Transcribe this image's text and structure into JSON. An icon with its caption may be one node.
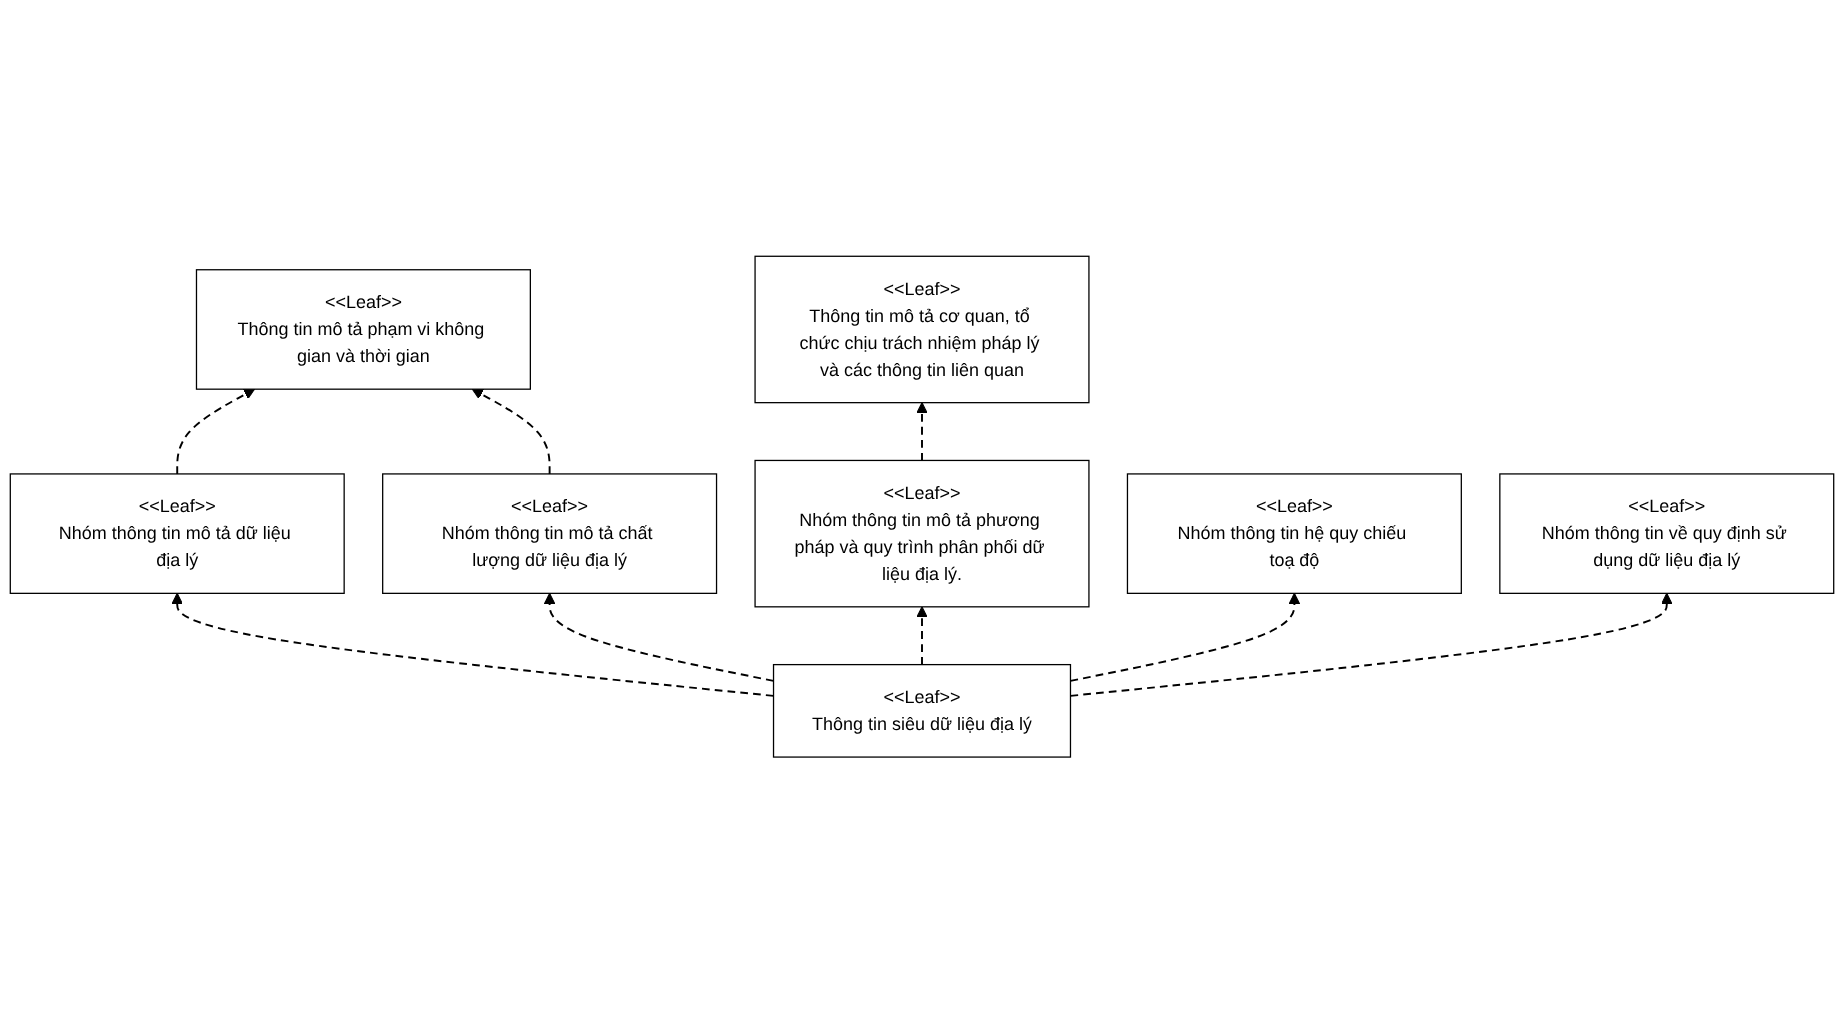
{
  "diagram": {
    "nodes": [
      {
        "text": [
          "<<Leaf>>",
          "Thông tin mô tả phạm vi không gian và thời gian"
        ]
      },
      {
        "text": [
          "<<Leaf>>",
          "Nhóm thông tin mô tả dữ liệu địa lý"
        ]
      },
      {
        "text": [
          "<<Leaf>>",
          "Thông tin mô tả cơ quan, tổ chức chịu trách nhiệm pháp lý và các thông tin liên quan"
        ]
      },
      {
        "text": [
          "<<Leaf>>",
          "Nhóm thông tin mô tả chất lượng dữ liệu địa lý"
        ]
      },
      {
        "text": [
          "<<Leaf>>",
          "Thông tin siêu dữ liệu địa lý"
        ]
      },
      {
        "text": [
          "<<Leaf>>",
          "Nhóm thông tin mô tả phương pháp và quy trình phân phối dữ liệu địa lý."
        ]
      },
      {
        "text": [
          "<<Leaf>>",
          "Nhóm thông tin hệ quy chiếu toạ độ"
        ]
      },
      {
        "text": [
          "<<Leaf>>",
          "Nhóm thông tin về quy định sử dụng dữ liệu địa lý"
        ]
      }
    ],
    "edges": [
      {
        "from": 1,
        "to": 0,
        "arrow": "to",
        "style": "dashed"
      },
      {
        "from": 3,
        "to": 0,
        "arrow": "to",
        "style": "dashed"
      },
      {
        "from": 4,
        "to": 1,
        "arrow": "to",
        "style": "dashed"
      },
      {
        "from": 4,
        "to": 3,
        "arrow": "to",
        "style": "dashed"
      },
      {
        "from": 4,
        "to": 5,
        "arrow": "to",
        "style": "dashed"
      },
      {
        "from": 5,
        "to": 2,
        "arrow": "to",
        "style": "dashed"
      },
      {
        "from": 4,
        "to": 6,
        "arrow": "to",
        "style": "dashed"
      },
      {
        "from": 4,
        "to": 7,
        "arrow": "to",
        "style": "dashed"
      }
    ]
  }
}
